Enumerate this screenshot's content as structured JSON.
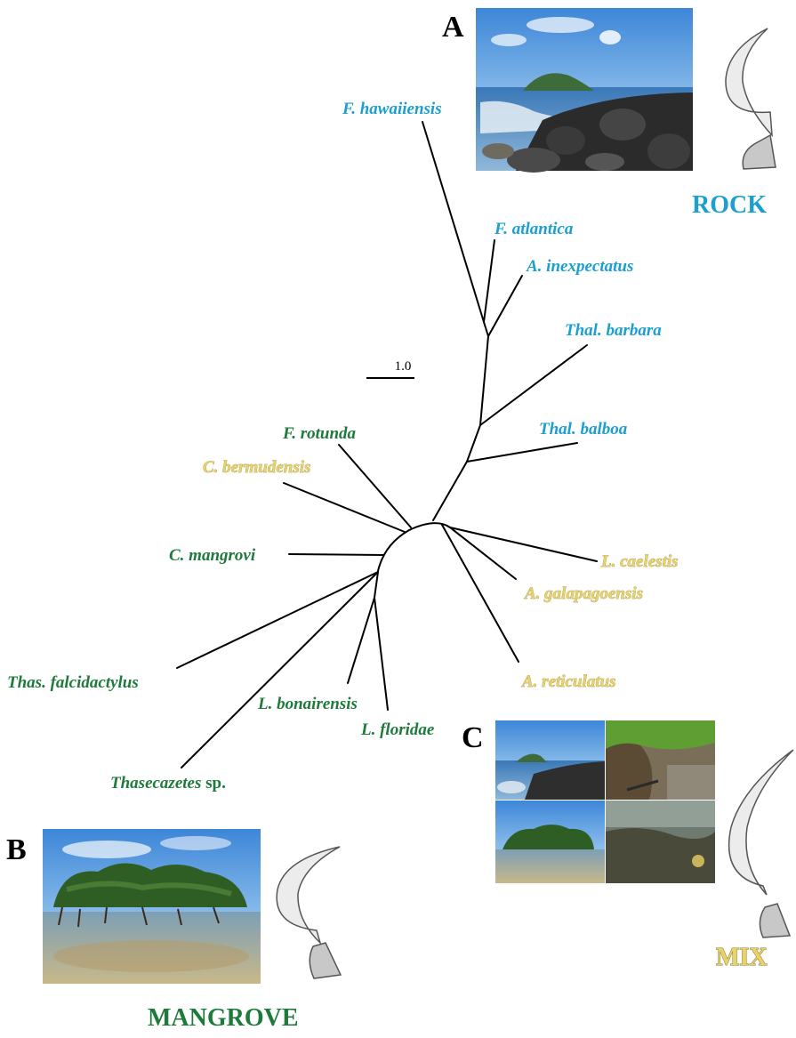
{
  "panels": {
    "a": "A",
    "b": "B",
    "c": "C"
  },
  "habitats": {
    "rock": "ROCK",
    "mangrove": "MANGROVE",
    "mix": "MIX"
  },
  "scale_bar": "1.0",
  "taxa": {
    "f_hawaiiensis": "F. hawaiiensis",
    "f_atlantica": "F. atlantica",
    "a_inexpectatus": "A. inexpectatus",
    "thal_barbara": "Thal. barbara",
    "thal_balboa": "Thal. balboa",
    "f_rotunda": "F. rotunda",
    "c_bermudensis": "C. bermudensis",
    "c_mangrovi": "C. mangrovi",
    "l_caelestis": "L. caelestis",
    "a_galapagoensis": "A. galapagoensis",
    "a_reticulatus": "A. reticulatus",
    "thas_falcidactylus": "Thas. falcidactylus",
    "l_bonairensis": "L. bonairensis",
    "l_floridae": "L. floridae",
    "thasecazetes_genus": "Thasecazetes",
    "thasecazetes_suffix": " sp."
  },
  "colors": {
    "rock": "#1a9fd0",
    "mangrove": "#1e7a3a",
    "mix": "#e8d26a"
  }
}
